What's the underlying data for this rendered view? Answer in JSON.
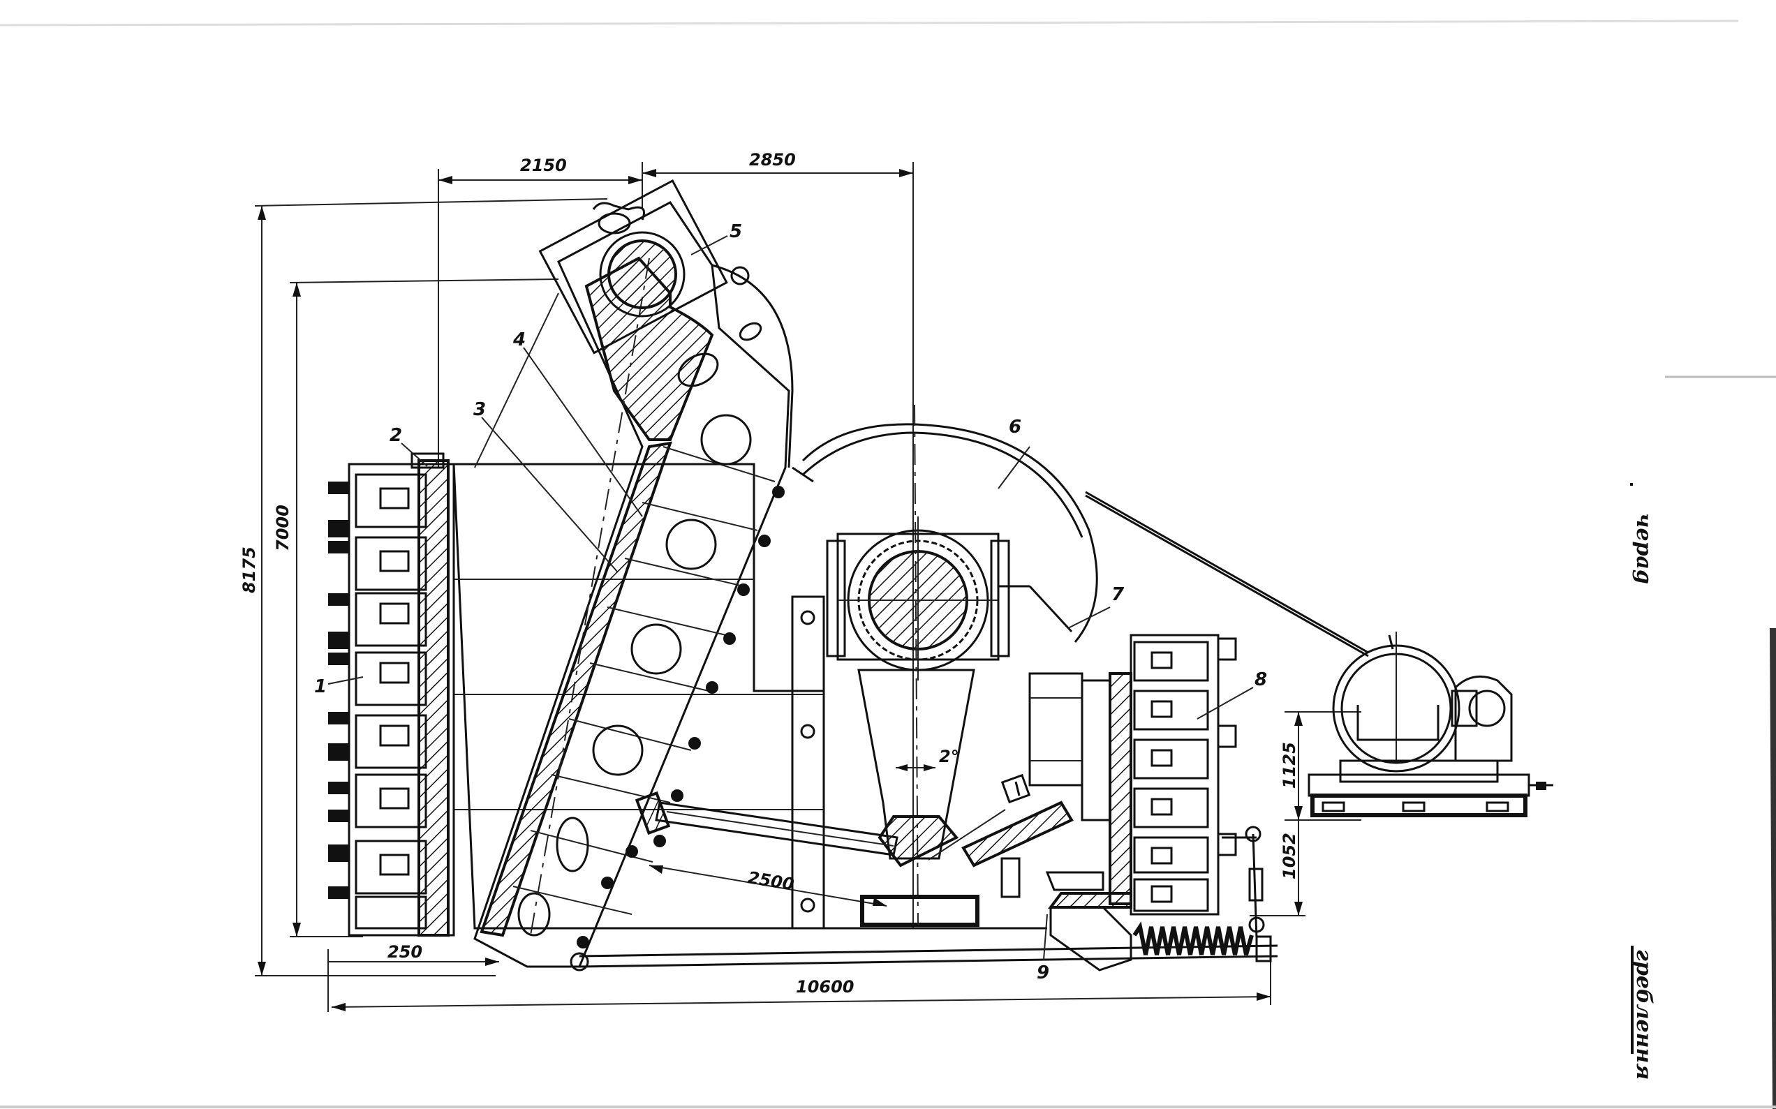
{
  "dimensions": {
    "d2150": "2150",
    "d2850": "2850",
    "d8175": "8175",
    "d7000": "7000",
    "d250": "250",
    "d10600": "10600",
    "d2500": "2500",
    "d1125": "1125",
    "d1052": "1052",
    "angle": "2°"
  },
  "callouts": {
    "c1": "1",
    "c2": "2",
    "c3": "3",
    "c4": "4",
    "c5": "5",
    "c6": "6",
    "c7": "7",
    "c8": "8",
    "c9": "9"
  },
  "edge_text": {
    "upper": "черag",
    "lower": "греблення"
  },
  "colors": {
    "ink": "#111111",
    "paper": "#ffffff"
  }
}
